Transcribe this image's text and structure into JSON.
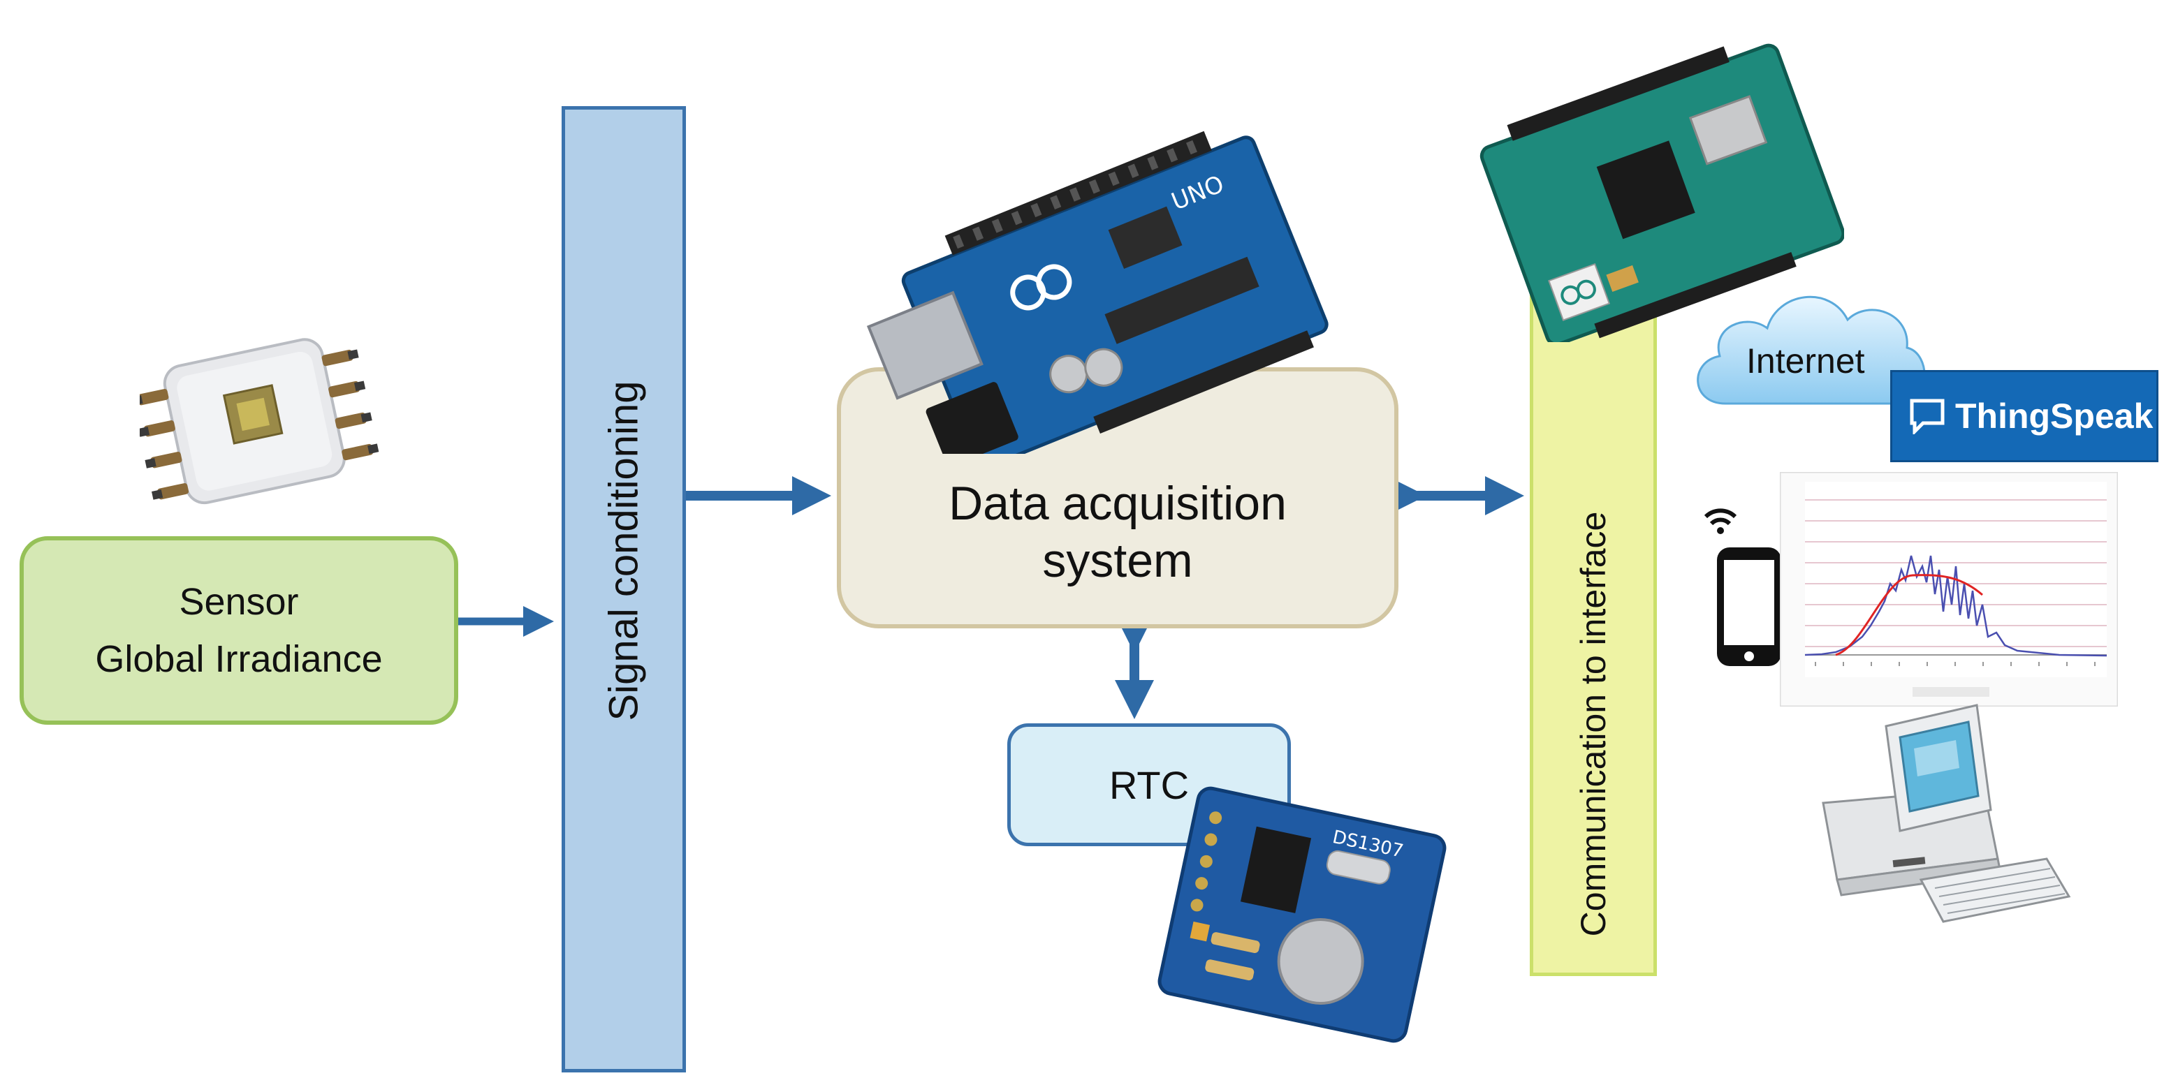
{
  "sensor": {
    "line1": "Sensor",
    "line2": "Global Irradiance"
  },
  "signal_conditioning": {
    "label": "Signal conditioning"
  },
  "daq": {
    "line1": "Data acquisition",
    "line2": "system"
  },
  "rtc": {
    "label": "RTC"
  },
  "communication": {
    "label": "Communication to interface"
  },
  "internet": {
    "label": "Internet"
  },
  "thingspeak": {
    "label": "ThingSpeak"
  },
  "icons": {
    "sensor_chip": "sensor-chip-icon",
    "arduino_uno": "arduino-uno-board-icon",
    "wifi_shield": "wifi-shield-board-icon",
    "rtc_module": "rtc-module-board-icon",
    "cloud": "cloud-icon",
    "smartphone": "smartphone-icon",
    "chart": "irradiance-chart-icon",
    "computer": "desktop-computer-icon"
  },
  "colors": {
    "arrow": "#2e6aa6",
    "sensor_fill": "#d5e8b4",
    "signal_fill": "#b2cfe9",
    "daq_fill": "#efecdf",
    "rtc_fill": "#d9eef7",
    "comm_fill": "#eef3a4",
    "thingspeak_blue": "#1469b6"
  }
}
